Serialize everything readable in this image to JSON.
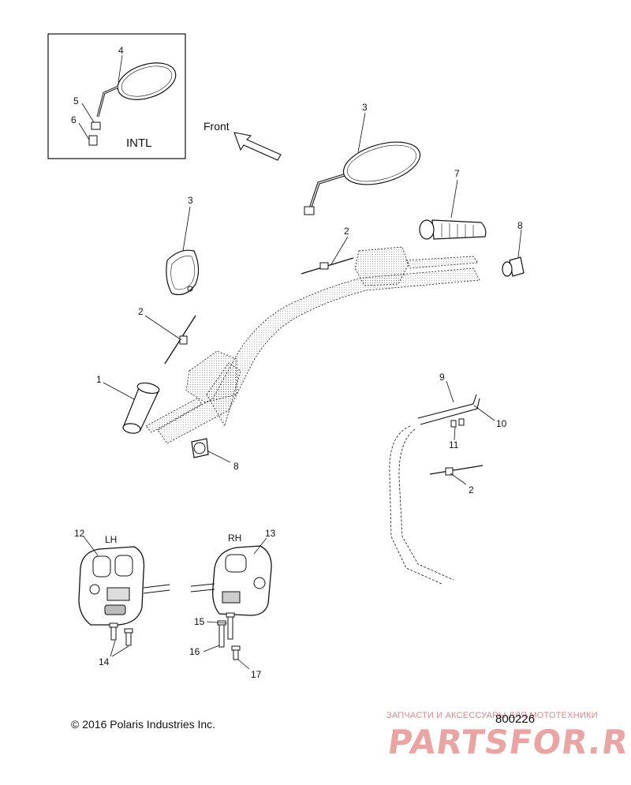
{
  "diagram": {
    "callouts": {
      "c1": "1",
      "c2a": "2",
      "c2b": "2",
      "c2c": "2",
      "c3a": "3",
      "c3b": "3",
      "c4": "4",
      "c5": "5",
      "c6": "6",
      "c7": "7",
      "c8a": "8",
      "c8b": "8",
      "c9": "9",
      "c10": "10",
      "c11": "11",
      "c12": "12",
      "c13": "13",
      "c14": "14",
      "c15": "15",
      "c16": "16",
      "c17": "17"
    },
    "front_label": "Front",
    "intl_label": "INTL",
    "lh_label": "LH",
    "rh_label": "RH"
  },
  "footer": {
    "copyright": "© 2016 Polaris Industries Inc.",
    "doc_number": "800226"
  },
  "watermark": {
    "tagline": "ЗАПЧАСТИ И АКСЕССУАРЫ ДЛЯ МОТОТЕХНИКИ",
    "logo": "PARTSFOR.RU"
  },
  "colors": {
    "line": "#111111",
    "watermark": "#e9a4a4"
  }
}
